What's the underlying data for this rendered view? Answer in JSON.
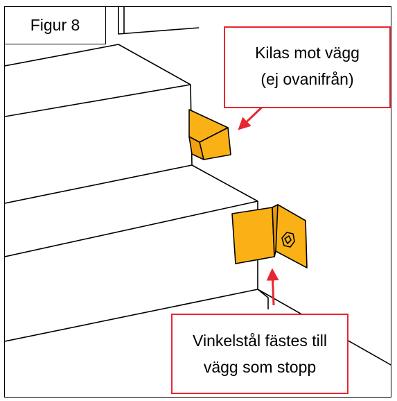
{
  "figure": {
    "label": "Figur 8"
  },
  "callouts": {
    "top": {
      "lines": [
        "Kilas mot vägg",
        "(ej ovanifrån)"
      ]
    },
    "bottom": {
      "lines": [
        "Vinkelstål fästes till",
        "vägg som stopp"
      ]
    }
  },
  "colors": {
    "part_fill": "#f9b116",
    "arrow": "#e8262f",
    "outline": "#000000"
  }
}
